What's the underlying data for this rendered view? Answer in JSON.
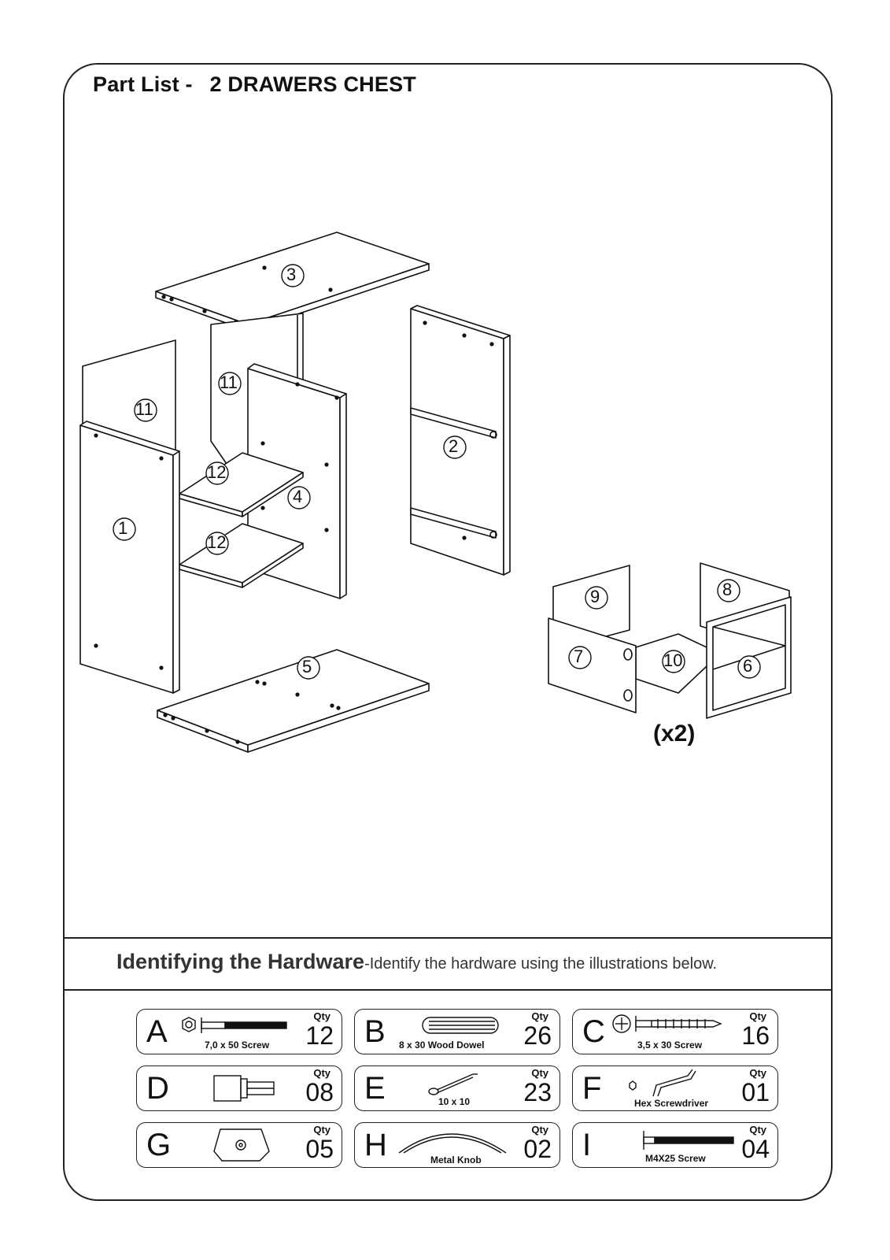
{
  "title": {
    "prefix": "Part List -",
    "product": "2 DRAWERS CHEST"
  },
  "parts": [
    {
      "num": "1"
    },
    {
      "num": "2"
    },
    {
      "num": "3"
    },
    {
      "num": "4"
    },
    {
      "num": "5"
    },
    {
      "num": "6"
    },
    {
      "num": "7"
    },
    {
      "num": "8"
    },
    {
      "num": "9"
    },
    {
      "num": "10"
    },
    {
      "num": "11"
    },
    {
      "num": "11"
    },
    {
      "num": "12"
    },
    {
      "num": "12"
    }
  ],
  "drawer_multiplier": "(x2)",
  "hardware_section": {
    "heading": "Identifying the Hardware",
    "description": "-Identify the hardware using the illustrations below."
  },
  "qty_label": "Qty",
  "hardware": [
    {
      "letter": "A",
      "name": "7,0 x 50  Screw",
      "qty": "12",
      "icon": "confirmat-screw-icon"
    },
    {
      "letter": "B",
      "name": "8 x 30   Wood Dowel",
      "qty": "26",
      "icon": "wood-dowel-icon"
    },
    {
      "letter": "C",
      "name": "3,5 x 30  Screw",
      "qty": "16",
      "icon": "phillips-screw-icon"
    },
    {
      "letter": "D",
      "name": "",
      "qty": "08",
      "icon": "drawer-stop-icon"
    },
    {
      "letter": "E",
      "name": "10 x 10",
      "qty": "23",
      "icon": "nail-icon"
    },
    {
      "letter": "F",
      "name": "Hex Screwdriver",
      "qty": "01",
      "icon": "hex-key-icon"
    },
    {
      "letter": "G",
      "name": "",
      "qty": "05",
      "icon": "furniture-glide-icon"
    },
    {
      "letter": "H",
      "name": "Metal Knob",
      "qty": "02",
      "icon": "arch-handle-icon"
    },
    {
      "letter": "I",
      "name": "M4X25 Screw",
      "qty": "04",
      "icon": "machine-screw-icon"
    }
  ]
}
